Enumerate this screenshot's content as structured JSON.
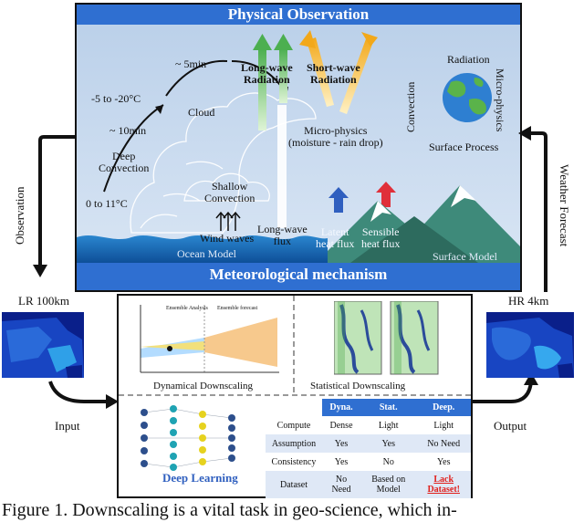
{
  "top_panel": {
    "title": "Physical Observation",
    "bottom_title": "Meteorological mechanism",
    "labels": {
      "five_min": "~ 5min",
      "temp_cold": "-5 to -20°C",
      "ten_min": "~ 10min",
      "cloud": "Cloud",
      "deep_convection": "Deep\nConvection",
      "temp_warm": "0 to 11°C",
      "shallow_convection": "Shallow\nConvection",
      "wind_waves": "Wind waves",
      "ocean_model": "Ocean Model",
      "long_wave_radiation": "Long-wave\nRadiation",
      "short_wave_radiation": "Short-wave\nRadiation",
      "micro_physics_center": "Micro-physics\n(moisture - rain drop)",
      "long_wave_flux": "Long-wave\nflux",
      "latent_heat_flux": "Latent\nheat flux",
      "sensible_heat_flux": "Sensible\nheat flux",
      "surface_model": "Surface Model",
      "radiation": "Radiation",
      "convection": "Convection",
      "micro_physics_side": "Micro-physics",
      "surface_process": "Surface Process"
    }
  },
  "sides": {
    "observation": "Observation",
    "weather_forecast": "Weather Forecast",
    "lr_label": "LR 100km",
    "hr_label": "HR 4km",
    "input": "Input",
    "output": "Output"
  },
  "methods": {
    "dynamical": "Dynamical Downscaling",
    "statistical": "Statistical Downscaling",
    "deep_learning": "Deep Learning",
    "chart_title_left": "Ensemble Analysis",
    "chart_title_right": "Ensemble forecast"
  },
  "table": {
    "headers": [
      "",
      "Dyna.",
      "Stat.",
      "Deep."
    ],
    "rows": [
      [
        "Compute",
        "Dense",
        "Light",
        "Light"
      ],
      [
        "Assumption",
        "Yes",
        "Yes",
        "No Need"
      ],
      [
        "Consistency",
        "Yes",
        "No",
        "Yes"
      ],
      [
        "Dataset",
        "No\nNeed",
        "Based on\nModel",
        "Lack\nDataset!"
      ]
    ]
  },
  "colors": {
    "accent_blue": "#2f6fd1",
    "sky": "#c6d8ef",
    "ocean": "#1f6fb8",
    "alert_red": "#e0201c"
  },
  "caption": "Figure 1. Downscaling is a vital task in geo-science, which in-"
}
